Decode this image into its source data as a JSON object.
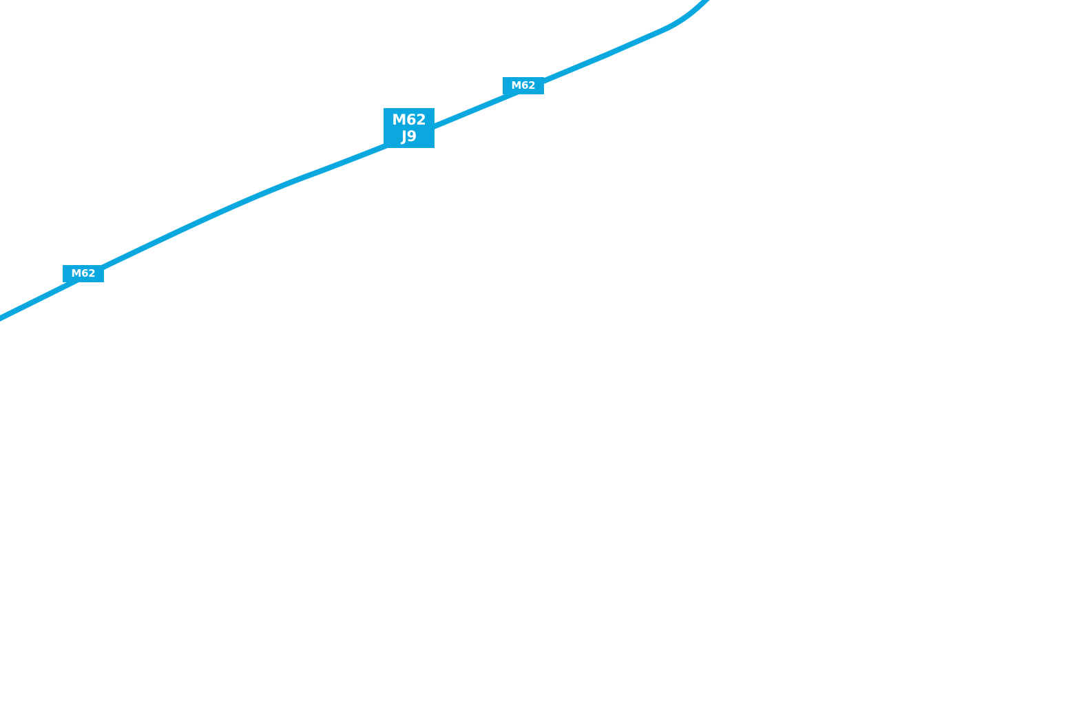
{
  "map": {
    "road_color": "#0aa8df",
    "label_bg": "#0aa8df",
    "label_text_color": "#ffffff",
    "background": "#ffffff"
  },
  "road": {
    "name": "M62"
  },
  "labels": {
    "left_road_label": "M62",
    "right_road_label": "M62",
    "junction_road": "M62",
    "junction_number": "J9"
  }
}
